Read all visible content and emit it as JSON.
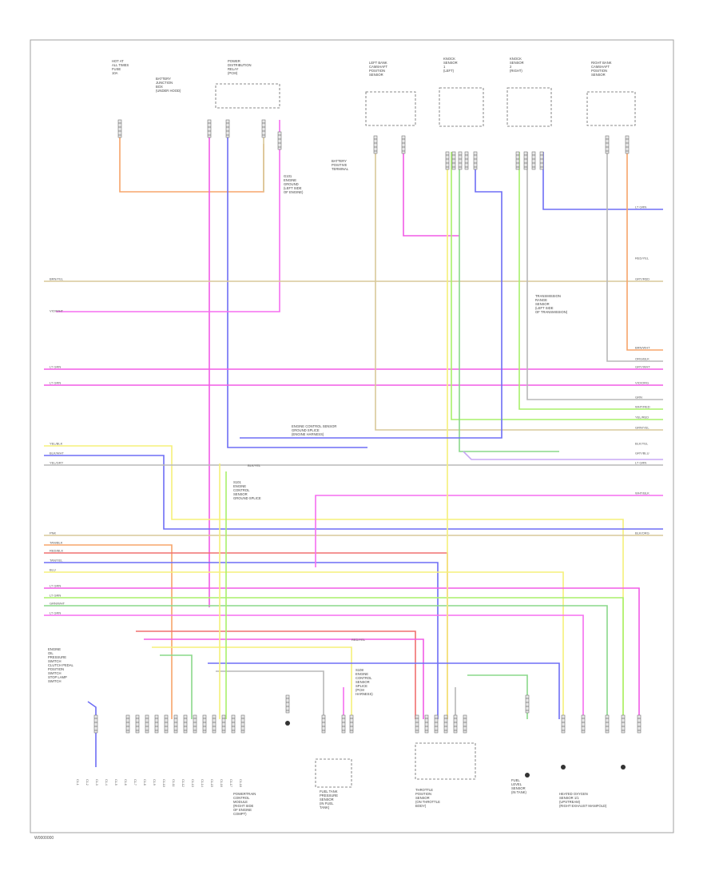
{
  "diagram": {
    "footer_code": "W0000000",
    "components": [
      {
        "id": "fuse",
        "lines": [
          "HOT AT",
          "ALL TIMES",
          "",
          "FUSE",
          "10A"
        ]
      },
      {
        "id": "fuse-note",
        "lines": [
          "BATTERY",
          "JUNCTION",
          "BOX",
          "(UNDER HOOD)"
        ]
      },
      {
        "id": "relay",
        "lines": [
          "POWER",
          "DISTRIBUTION",
          "RELAY",
          "(PCM)"
        ]
      },
      {
        "id": "cam-left",
        "lines": [
          "LEFT BANK",
          "CAMSHAFT",
          "POSITION",
          "SENSOR"
        ]
      },
      {
        "id": "knock-1",
        "lines": [
          "KNOCK",
          "SENSOR",
          "1",
          "(LEFT)"
        ]
      },
      {
        "id": "knock-2",
        "lines": [
          "KNOCK",
          "SENSOR",
          "2",
          "(RIGHT)"
        ]
      },
      {
        "id": "cam-right",
        "lines": [
          "RIGHT BANK",
          "CAMSHAFT",
          "POSITION",
          "SENSOR"
        ]
      },
      {
        "id": "battery",
        "lines": [
          "BATTERY",
          "POSITIVE",
          "TERMINAL"
        ]
      },
      {
        "id": "ground-note",
        "lines": [
          "G101",
          "ENGINE",
          "GROUND",
          "(LEFT SIDE",
          "OF ENGINE)"
        ]
      },
      {
        "id": "trans-note",
        "lines": [
          "TRANSMISSION",
          "RANGE",
          "SENSOR",
          "(LEFT SIDE",
          "OF TRANSMISSION)"
        ]
      },
      {
        "id": "splice-note-1",
        "lines": [
          "ENGINE CONTROL SENSOR",
          "GROUND SPLICE",
          "(ENGINE HARNESS)"
        ]
      },
      {
        "id": "splice-note-2",
        "lines": [
          "S101",
          "ENGINE",
          "CONTROL",
          "SENSOR",
          "GROUND SPLICE"
        ]
      },
      {
        "id": "left-small",
        "lines": [
          "ENGINE",
          "OIL",
          "PRESSURE",
          "SWITCH",
          "CLUTCH PEDAL",
          "POSITION",
          "SWITCH",
          "STOP LAMP",
          "SWITCH"
        ]
      },
      {
        "id": "pcm",
        "lines": [
          "POWERTRAIN",
          "CONTROL",
          "MODULE",
          "(RIGHT SIDE",
          "OF ENGINE",
          "COMPT)"
        ]
      },
      {
        "id": "fuel-pump",
        "lines": [
          "FUEL TANK",
          "PRESSURE",
          "SENSOR",
          "(IN FUEL",
          "TANK)"
        ]
      },
      {
        "id": "mid-note",
        "lines": [
          "S108",
          "ENGINE",
          "CONTROL",
          "SENSOR",
          "SPLICE",
          "(PCM",
          "HARNESS)"
        ]
      },
      {
        "id": "throttle",
        "lines": [
          "THROTTLE",
          "POSITION",
          "SENSOR",
          "(ON THROTTLE",
          "BODY)"
        ]
      },
      {
        "id": "fuel-level",
        "lines": [
          "FUEL",
          "LEVEL",
          "SENSOR",
          "(IN TANK)"
        ]
      },
      {
        "id": "oxygen",
        "lines": [
          "HEATED OXYGEN",
          "SENSOR 1/1",
          "(UPSTREAM)",
          "(RIGHT EXHAUST MANIFOLD)"
        ]
      }
    ],
    "wire_labels": [
      {
        "id": "w-brnyel",
        "text": "BRN/YEL"
      },
      {
        "id": "w-vio",
        "text": "VIO/WHT"
      },
      {
        "id": "w-ltgrn",
        "text": "LT GRN"
      },
      {
        "id": "w-ltgrn2",
        "text": "LT GRN"
      },
      {
        "id": "w-yelblk",
        "text": "YEL/BLK"
      },
      {
        "id": "w-blkwht",
        "text": "BLK/WHT"
      },
      {
        "id": "w-yelgry",
        "text": "YEL/GRY"
      },
      {
        "id": "w-pnk",
        "text": "PNK"
      },
      {
        "id": "w-tanblk",
        "text": "TAN/BLK"
      },
      {
        "id": "w-redblk",
        "text": "RED/BLK"
      },
      {
        "id": "w-tanyel",
        "text": "TAN/YEL"
      },
      {
        "id": "w-blu",
        "text": "BLU"
      },
      {
        "id": "w-ltgrn3",
        "text": "LT GRN"
      },
      {
        "id": "w-ltgrn4",
        "text": "LT GRN"
      },
      {
        "id": "w-grnwht",
        "text": "GRN/WHT"
      },
      {
        "id": "w-ltgrnwht",
        "text": "LT GRN"
      },
      {
        "id": "w-ltgrnblk",
        "text": "LT GRN"
      },
      {
        "id": "w-redyel",
        "text": "RED/YEL"
      },
      {
        "id": "w-gryred",
        "text": "GRY/RED"
      },
      {
        "id": "w-brnwht",
        "text": "BRN/WHT"
      },
      {
        "id": "w-orgblk",
        "text": "ORG/BLK"
      },
      {
        "id": "w-grywht",
        "text": "GRY/WHT"
      },
      {
        "id": "w-vioorg",
        "text": "VIO/ORG"
      },
      {
        "id": "w-grn",
        "text": "GRN"
      },
      {
        "id": "w-whtred",
        "text": "WHT/RED"
      },
      {
        "id": "w-yelred",
        "text": "YEL/RED"
      },
      {
        "id": "w-grnyel",
        "text": "GRN/YEL"
      },
      {
        "id": "w-blkyel",
        "text": "BLK/YEL"
      },
      {
        "id": "w-gryblu",
        "text": "GRY/BLU"
      },
      {
        "id": "w-ltgrnred",
        "text": "LT GRN"
      },
      {
        "id": "w-whtblk",
        "text": "WHT/BLK"
      },
      {
        "id": "w-blkorg",
        "text": "BLK/ORG"
      },
      {
        "id": "w-blkyel2",
        "text": "BLK/YEL"
      },
      {
        "id": "w-redyel2",
        "text": "RED/YEL"
      }
    ],
    "colors": {
      "frame": "#a0a0a0",
      "orange": "#f7a56b",
      "pink": "#f56ef0",
      "magenta": "#f25ce6",
      "blue": "#6e6ef5",
      "yellow": "#f5f07a",
      "lime": "#a8f06a",
      "tan": "#d8c89a",
      "red": "#f07070",
      "gray": "#b8b8b8",
      "brown": "#b08a5a",
      "green": "#8ad88a",
      "lavender": "#c8a8f5"
    }
  }
}
